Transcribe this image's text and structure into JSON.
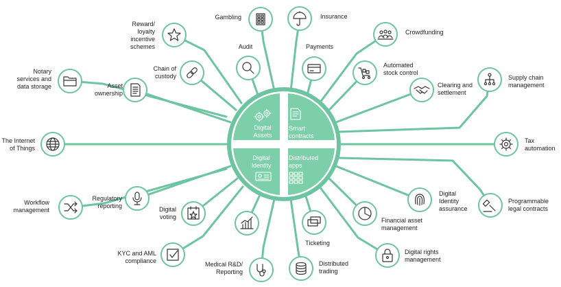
{
  "colors": {
    "accent": "#6cc4a0",
    "hub_fill": "#7ccfa9",
    "text": "#222222"
  },
  "center": {
    "q1": [
      "Digital",
      "Assets"
    ],
    "q2": [
      "Smart",
      "contracts"
    ],
    "q3": [
      "Digital",
      "Identity"
    ],
    "q4": [
      "Distributed",
      "apps"
    ]
  },
  "nodes": [
    {
      "id": "gambling",
      "label": [
        "Gambling"
      ],
      "icon": "grid-icon"
    },
    {
      "id": "insurance",
      "label": [
        "Insurance"
      ],
      "icon": "umbrella-icon"
    },
    {
      "id": "reward",
      "label": [
        "Reward/",
        "loyalty",
        "incentive",
        "schemes"
      ],
      "icon": "star-icon"
    },
    {
      "id": "crowdfunding",
      "label": [
        "Crowdfunding"
      ],
      "icon": "people-icon"
    },
    {
      "id": "audit",
      "label": [
        "Audit"
      ],
      "icon": "magnifier-icon"
    },
    {
      "id": "payments",
      "label": [
        "Payments"
      ],
      "icon": "card-icon"
    },
    {
      "id": "notary",
      "label": [
        "Notary",
        "services and",
        "data storage"
      ],
      "icon": "folder-icon"
    },
    {
      "id": "chain",
      "label": [
        "Chain of",
        "custody"
      ],
      "icon": "chain-link-icon"
    },
    {
      "id": "stock",
      "label": [
        "Automated",
        "stock control"
      ],
      "icon": "cart-icon"
    },
    {
      "id": "asset",
      "label": [
        "Asset",
        "ownership"
      ],
      "icon": "document-icon"
    },
    {
      "id": "clearing",
      "label": [
        "Clearing and",
        "settlement"
      ],
      "icon": "handshake-icon"
    },
    {
      "id": "supply",
      "label": [
        "Supply chain",
        "management"
      ],
      "icon": "hierarchy-icon"
    },
    {
      "id": "iot",
      "label": [
        "The Internet",
        "of Things"
      ],
      "icon": "globe-icon"
    },
    {
      "id": "tax",
      "label": [
        "Tax",
        "automation"
      ],
      "icon": "gear-icon"
    },
    {
      "id": "workflow",
      "label": [
        "Workflow",
        "management"
      ],
      "icon": "shuffle-icon"
    },
    {
      "id": "regulatory",
      "label": [
        "Regulatory",
        "reporting"
      ],
      "icon": "microphone-icon"
    },
    {
      "id": "identity",
      "label": [
        "Digital",
        "Identity",
        "assurance"
      ],
      "icon": "fingerprint-icon"
    },
    {
      "id": "legal",
      "label": [
        "Programmable",
        "legal contracts"
      ],
      "icon": "gavel-icon"
    },
    {
      "id": "voting",
      "label": [
        "Digital",
        "voting"
      ],
      "icon": "ballot-icon"
    },
    {
      "id": "financial",
      "label": [
        "Financial asset",
        "management"
      ],
      "icon": "pie-chart-icon"
    },
    {
      "id": "kyc",
      "label": [
        "KYC and AML",
        "compliance"
      ],
      "icon": "checkbox-icon"
    },
    {
      "id": "research",
      "label": [],
      "icon": "bar-chart-icon"
    },
    {
      "id": "ticketing",
      "label": [
        "Ticketing"
      ],
      "icon": "tickets-icon"
    },
    {
      "id": "rights",
      "label": [
        "Digital rights",
        "management"
      ],
      "icon": "padlock-icon"
    },
    {
      "id": "medical",
      "label": [
        "Medical R&D/",
        "Reporting"
      ],
      "icon": "stethoscope-icon"
    },
    {
      "id": "trading",
      "label": [
        "Distributed",
        "trading"
      ],
      "icon": "database-icon"
    }
  ]
}
